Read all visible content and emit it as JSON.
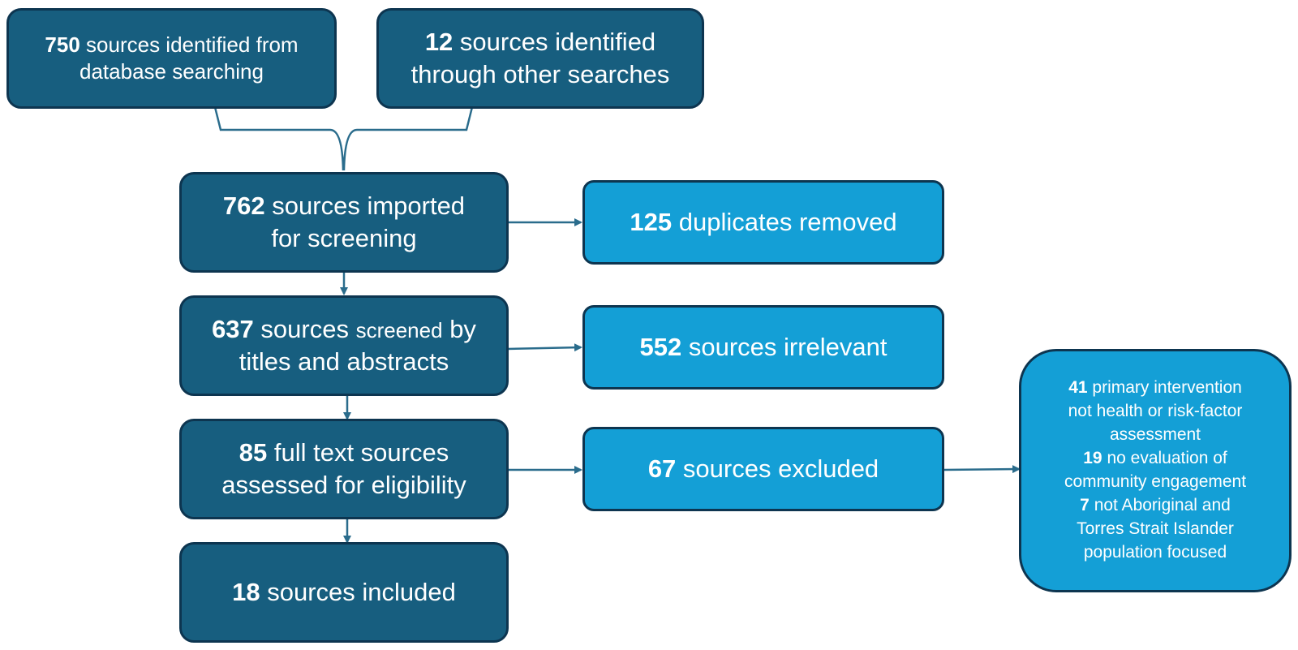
{
  "boxes": {
    "database": {
      "count": "750",
      "text_a": "sources identified from",
      "text_b": "database searching"
    },
    "other": {
      "count": "12",
      "text_a": "sources identified",
      "text_b": "through other searches"
    },
    "imported": {
      "count": "762",
      "text_a": "sources imported",
      "text_b": "for screening"
    },
    "screened": {
      "count": "637",
      "text_a": "sources",
      "text_small": "screened",
      "text_c": "by",
      "text_b": "titles and abstracts"
    },
    "fulltext": {
      "count": "85",
      "text_a": "full text sources",
      "text_b": "assessed for eligibility"
    },
    "included": {
      "count": "18",
      "text_a": "sources included"
    },
    "duplicates": {
      "count": "125",
      "text_a": "duplicates removed"
    },
    "irrelevant": {
      "count": "552",
      "text_a": "sources irrelevant"
    },
    "excluded": {
      "count": "67",
      "text_a": "sources excluded"
    },
    "reasons": {
      "r1_count": "41",
      "r1_a": "primary intervention",
      "r1_b": "not health or risk-factor",
      "r1_c": "assessment",
      "r2_count": "19",
      "r2_a": "no evaluation of",
      "r2_b": "community engagement",
      "r3_count": "7",
      "r3_a": "not Aboriginal and",
      "r3_b": "Torres Strait Islander",
      "r3_c": "population focused"
    }
  },
  "colors": {
    "dark_box": "#175e7f",
    "light_box": "#149fd6",
    "border": "#0d3550",
    "line": "#2a6c8c"
  }
}
